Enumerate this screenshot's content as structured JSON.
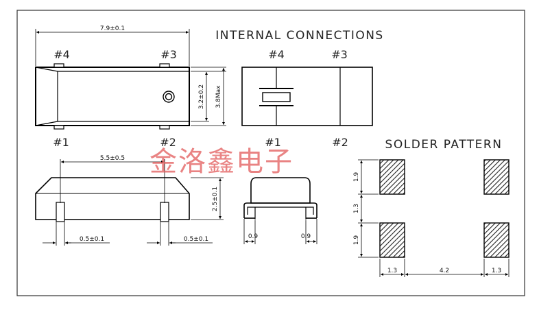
{
  "colors": {
    "line": "#000000",
    "watermark": "#e25a5a",
    "background": "#ffffff"
  },
  "headings": {
    "internal": "INTERNAL CONNECTIONS",
    "solder": "SOLDER PATTERN"
  },
  "watermark": "金洛鑫电子",
  "pins": {
    "top_left": "#4",
    "top_right": "#3",
    "bottom_left": "#1",
    "bottom_right": "#2",
    "conn_top_left": "#4",
    "conn_top_right": "#3",
    "conn_bottom_left": "#1",
    "conn_bottom_right": "#2"
  },
  "dims": {
    "overall_length": "7.9±0.1",
    "height_body": "3.2±0.2",
    "height_max": "3.8Max",
    "pad_span": "5.5±0.5",
    "thickness": "2.5±0.1",
    "lead_left": "0.5±0.1",
    "lead_right": "0.5±0.1",
    "end_left": "0.9",
    "end_right": "0.9",
    "pad_h1": "1.9",
    "pad_gap": "1.3",
    "pad_h2": "1.9",
    "pad_w1": "1.3",
    "pad_pitch": "4.2",
    "pad_w2": "1.3"
  }
}
